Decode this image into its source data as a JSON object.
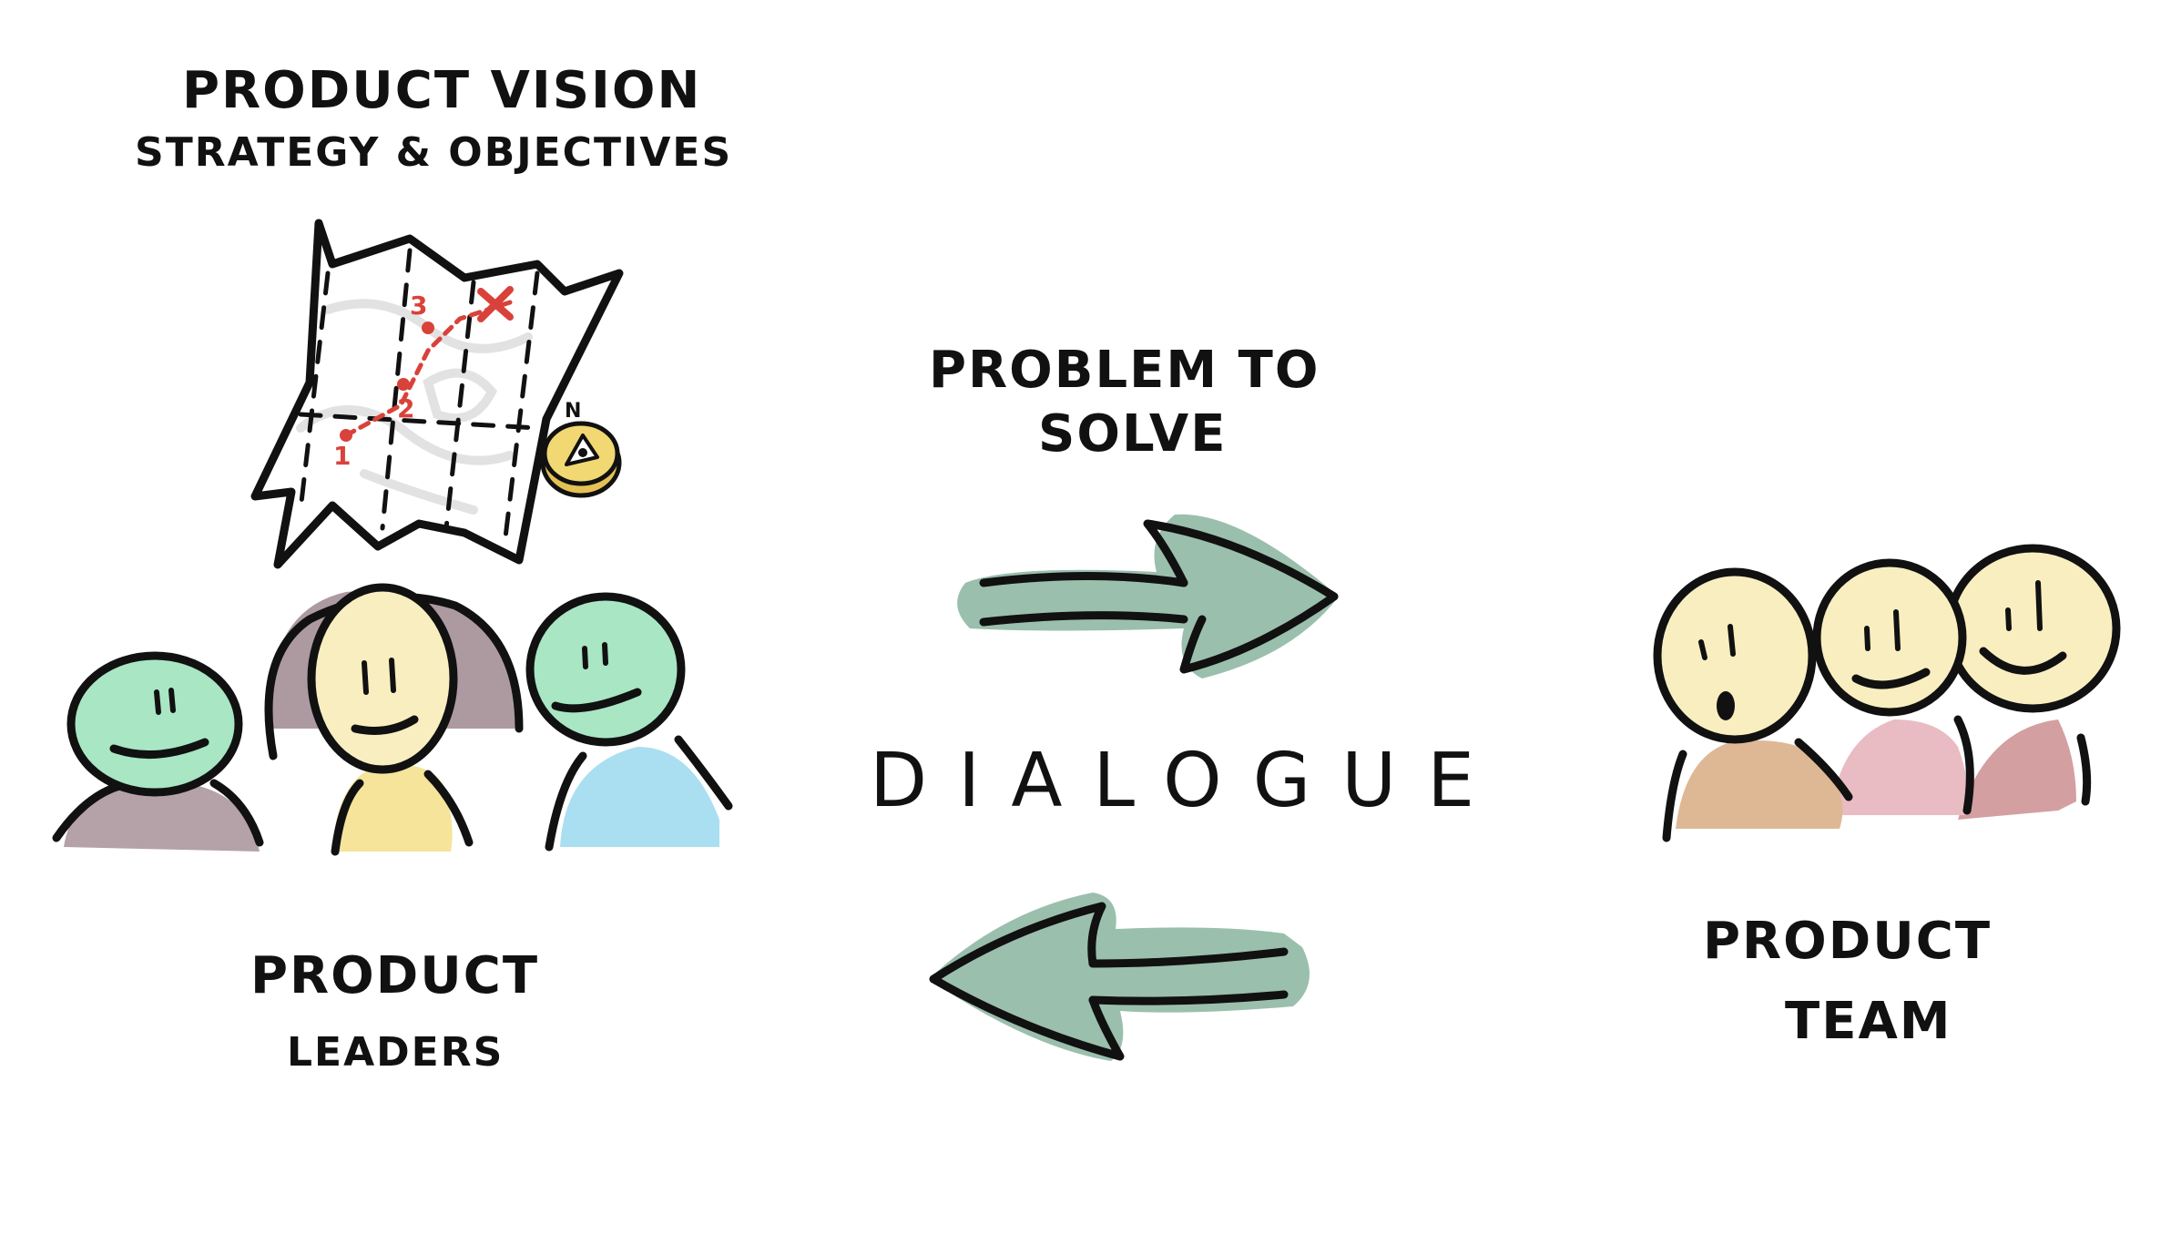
{
  "labels": {
    "vision_line1": "PRODUCT VISION",
    "vision_line2": "STRATEGY & OBJECTIVES",
    "leaders_line1": "PRODUCT",
    "leaders_line2": "LEADERS",
    "problem_line1": "PROBLEM TO",
    "problem_line2": "SOLVE",
    "dialogue": "DIALOGUE",
    "team_line1": "PRODUCT",
    "team_line2": "TEAM"
  },
  "map": {
    "waypoints": [
      "1",
      "2",
      "3"
    ],
    "compass_label": "N"
  },
  "colors": {
    "ink": "#111111",
    "arrow_fill": "#9bbfad",
    "route_red": "#d9423a",
    "head_green": "#a8e6c4",
    "head_cream": "#f8eec0",
    "body_mauve": "#b4a2a8",
    "body_yellow": "#f5e49a",
    "body_blue": "#a9dff0",
    "hair_purple": "#a48f97",
    "body_tan": "#deb895",
    "body_pink": "#e8bcc2",
    "body_rose": "#d49fa0",
    "compass_gold": "#f2d872"
  },
  "icons": [
    "map-icon",
    "compass-icon",
    "arrow-right-icon",
    "arrow-left-icon"
  ]
}
